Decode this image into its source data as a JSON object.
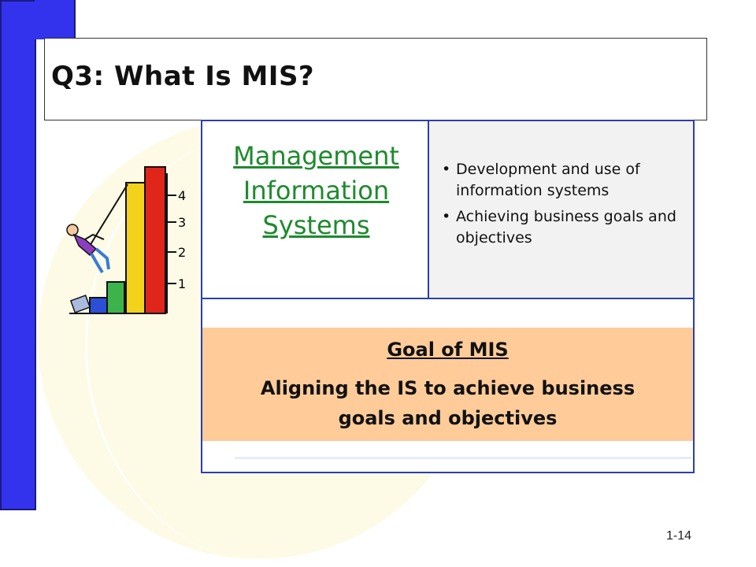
{
  "slide": {
    "title": "Q3: What Is MIS?",
    "number": "1-14"
  },
  "mis_box": {
    "title_lines": [
      "Management",
      "Information",
      "Systems"
    ]
  },
  "bullets": [
    "Development and use of information systems",
    "Achieving business goals and objectives"
  ],
  "goal": {
    "title": "Goal of MIS",
    "line1": "Aligning the IS to achieve business",
    "line2": "goals and objectives"
  },
  "illustration": {
    "icon": "person-climbing-bar-chart",
    "axis_labels": [
      "4",
      "3",
      "2",
      "1"
    ],
    "bar_colors": [
      "#2d4fd6",
      "#3cb44b",
      "#f2d21b",
      "#e0251b"
    ]
  }
}
